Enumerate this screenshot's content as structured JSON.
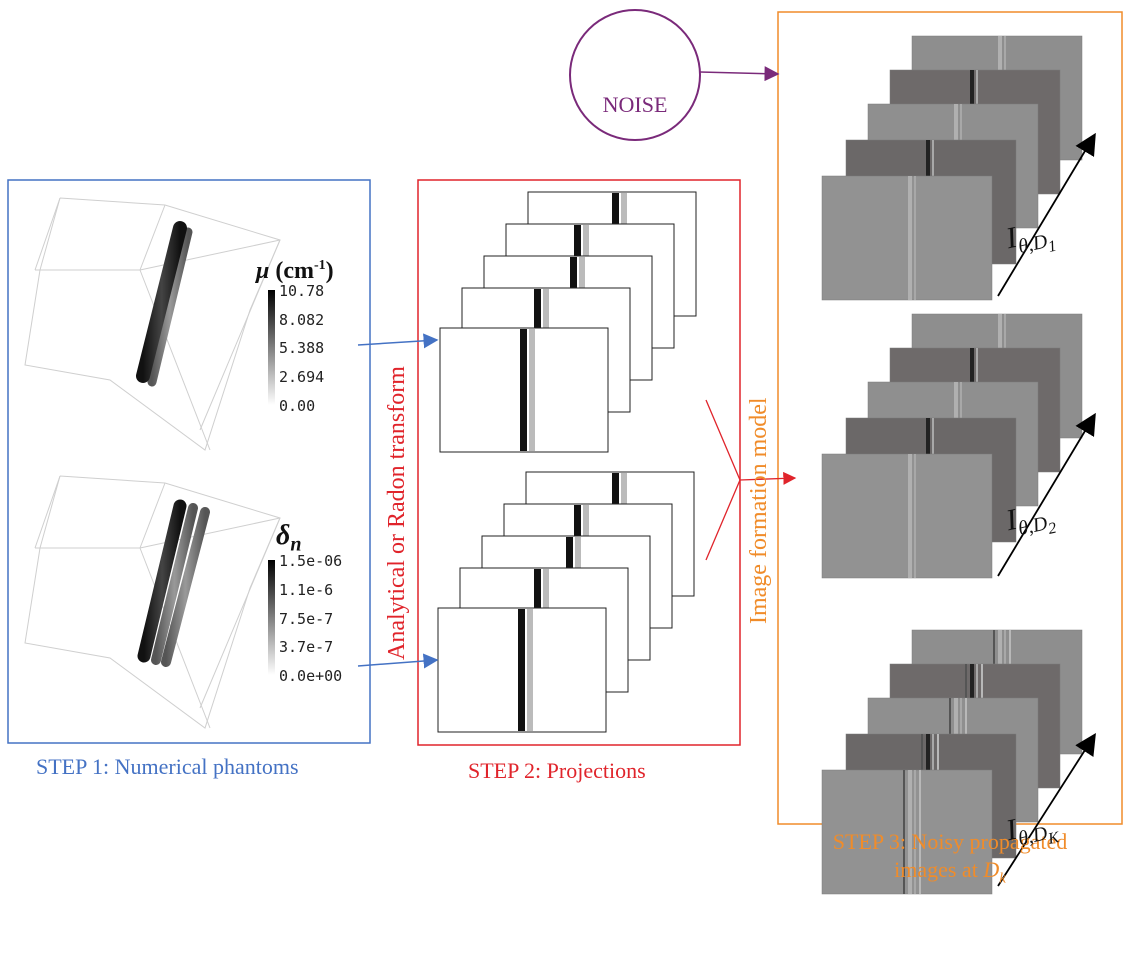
{
  "noise": {
    "label": "NOISE"
  },
  "steps": {
    "step1": "STEP 1: Numerical phantoms",
    "step2": "STEP 2: Projections",
    "step3_line1": "STEP 3: Noisy propagated",
    "step3_line2": "images at",
    "step3_var": "D",
    "step3_sub": "k"
  },
  "arrows": {
    "analytical": "Analytical or Radon transform",
    "image_formation": "Image formation model"
  },
  "colorbars": {
    "mu": {
      "symbol": "μ",
      "unit": "(cm",
      "exp": "-1",
      "close": ")",
      "ticks": [
        "10.78",
        "8.082",
        "5.388",
        "2.694",
        "0.00"
      ]
    },
    "delta": {
      "symbol": "δ",
      "sub": "n",
      "ticks": [
        "1.5e-06",
        "1.1e-6",
        "7.5e-7",
        "3.7e-7",
        "0.0e+00"
      ]
    }
  },
  "stacks": [
    {
      "var": "I",
      "sub": "θ,D",
      "subsub": "1"
    },
    {
      "var": "I",
      "sub": "θ,D",
      "subsub": "2"
    },
    {
      "var": "I",
      "sub": "θ,D",
      "subsub": "K"
    }
  ],
  "colors": {
    "blue": "#4472c4",
    "red": "#e0242b",
    "orange": "#f08c2a",
    "purple": "#7a2a7a"
  }
}
